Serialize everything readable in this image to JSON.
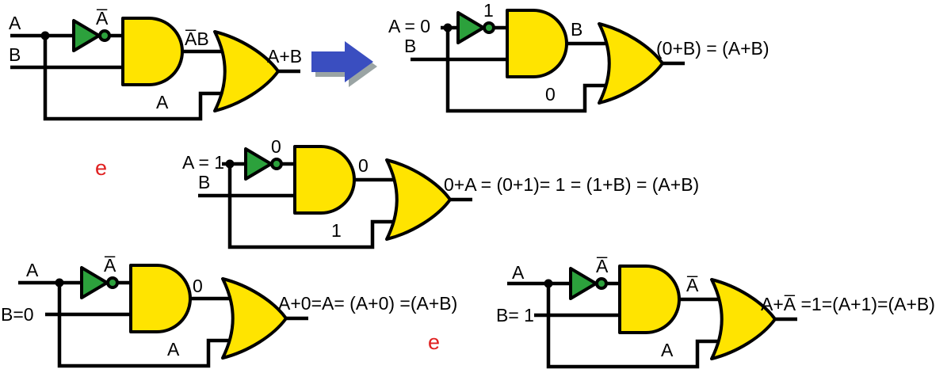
{
  "colors": {
    "gate_yellow": "#ffe400",
    "not_green": "#2ca13c",
    "arrow_blue": "#3a4ec0",
    "arrow_shadow": "#9aa4a4",
    "e_red": "#e02020",
    "wire_black": "#000000"
  },
  "circuits": [
    {
      "input_a": "A",
      "input_b": "B",
      "not_out": "A̅",
      "and_out": "A̅B",
      "feedback": "A",
      "output": "A+B"
    },
    {
      "input_a": "A = 0",
      "input_b": "B",
      "not_out": "1",
      "and_out": "B",
      "feedback": "0",
      "output": "(0+B) = (A+B)"
    },
    {
      "input_a": "A = 1",
      "input_b": "B",
      "not_out": "0",
      "and_out": "0",
      "feedback": "1",
      "output": "0+A = (0+1)= 1 = (1+B) = (A+B)"
    },
    {
      "input_a": "A",
      "input_b": "B=0",
      "not_out": "A̅",
      "and_out": "0",
      "feedback": "A",
      "output": "A+0=A= (A+0) =(A+B)"
    },
    {
      "input_a": "A",
      "input_b": "B= 1",
      "not_out": "A̅",
      "and_out": "A̅",
      "feedback": "A",
      "output": "A+A̅ =1=(A+1)=(A+B)"
    }
  ],
  "annotations": {
    "e_middle": "e",
    "e_bottom": "e"
  }
}
